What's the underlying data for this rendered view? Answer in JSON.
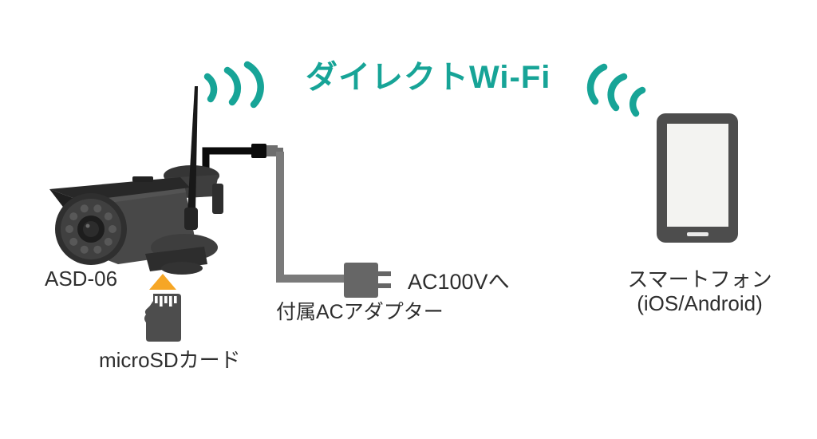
{
  "title": {
    "text": "ダイレクトWi-Fi"
  },
  "camera": {
    "model_label": "ASD-06"
  },
  "storage": {
    "label": "microSDカード"
  },
  "power": {
    "adapter_label": "付属ACアダプター",
    "outlet_label": "AC100Vへ"
  },
  "phone": {
    "label_line1": "スマートフォン",
    "label_line2": "(iOS/Android)"
  },
  "icons": {
    "left_signal": "wifi-signal-icon",
    "right_signal": "wifi-signal-icon",
    "camera": "security-camera-icon",
    "arrow": "insert-arrow-icon",
    "microsd": "microsd-card-icon",
    "adapter": "ac-adapter-plug-icon",
    "phone": "smartphone-icon"
  },
  "colors": {
    "accent_teal": "#17a497",
    "device_dark_gray": "#4d4d4d",
    "cable_gray": "#7a7a7a",
    "adapter_gray": "#666666",
    "arrow_orange": "#f6a625",
    "text_dark": "#2e2e2e",
    "background": "#ffffff"
  }
}
